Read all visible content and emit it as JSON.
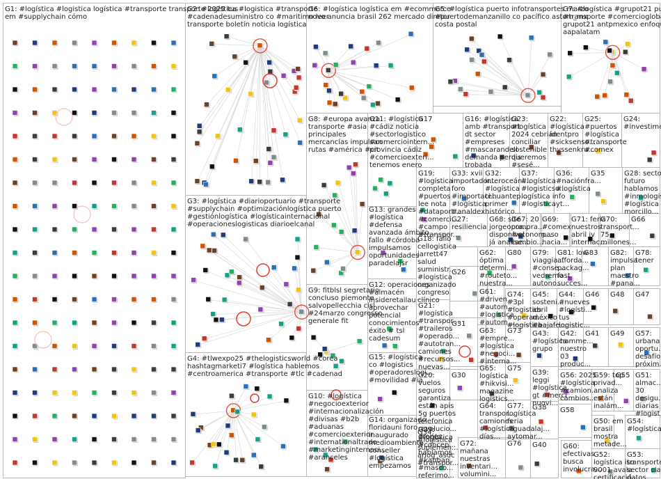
{
  "groups": [
    {
      "id": "G1",
      "lines": [
        "G1: #logística #logistica logística #transporte transporte 2025 tus",
        "em #supplychain cómo"
      ]
    },
    {
      "id": "G2",
      "lines": [
        "G2: #logística #logistica #transporte",
        "#cadenadesuministro co #maritimo leer",
        "transporte boletín noticia logística"
      ]
    },
    {
      "id": "G3",
      "lines": [
        "G3: #logística #diarioportuario #transporte",
        "#supplychain #optimizaciónlogística puerto",
        "#gestiónlogística #logísticainternacional",
        "#operacioneslogisticas diarioelcanal"
      ]
    },
    {
      "id": "G4",
      "lines": [
        "G4: #tlwexpo25 #thelogisticsworld #corea",
        "hashtagmarketi7 #logística hablemos",
        "#centroamerica #transporte #tlc #cadenad"
      ]
    },
    {
      "id": "G5",
      "lines": [
        "G5: #logística puerto infotransportes marzo",
        "#puertodemanzanillo co pacífico astom_mx",
        "costa postal"
      ]
    },
    {
      "id": "G6",
      "lines": [
        "G6: #logística logística em #ecommerce",
        "novo anuncia brasil 262 mercado diretor"
      ]
    },
    {
      "id": "G7",
      "lines": [
        "G7: #logística #grupot21 puerto",
        "#transporte #comercioglobal clave",
        "grupot21 antpmexico enfoque",
        "aapalatam"
      ]
    },
    {
      "id": "G8",
      "lines": [
        "G8: #europa avanza",
        "transporte #asia",
        "principales",
        "mercancías impulsan",
        "rutas #américa #cit"
      ]
    },
    {
      "id": "G9",
      "lines": [
        "G9: fitblsl segretario",
        "concluso piemonte",
        "salvopellecchia cisl",
        "#24marzo congresso",
        "generale fit"
      ]
    },
    {
      "id": "G10",
      "lines": [
        "G10: #logística",
        "#negocioexterior",
        "#internacionalización",
        "#divisas #b2b",
        "#aduanas",
        "#comercioexterior",
        "#internationaltrade",
        "#marketinginternaci...",
        "#aranceles"
      ]
    },
    {
      "id": "G11",
      "lines": [
        "G11: #logística",
        "#cádiz noticia",
        "#sectorlogistico",
        "#comerciointern...",
        "provincia cádiz",
        "#comercioexteri...",
        "tenemos enero"
      ]
    },
    {
      "id": "G12",
      "lines": [
        "G12: operaciones",
        "#almacén",
        "insideretailau",
        "aprovechar",
        "potencial",
        "conocimientos",
        "éxito # tsl",
        "cadesum"
      ]
    },
    {
      "id": "G13",
      "lines": [
        "G13: grandes",
        "#logística",
        "#defensa",
        "avanzada ámbito",
        "fallo #córdoba",
        "impulsamos",
        "oportunidades",
        "paradelajsr"
      ]
    },
    {
      "id": "G14",
      "lines": [
        "G14: organizado",
        "floridauni foro",
        "inaugurado",
        "medioambiente",
        "conseller",
        "#logística",
        "empezamos"
      ]
    },
    {
      "id": "G15",
      "lines": [
        "G15: #logística",
        "co #logistics",
        "#operadoreslogi...",
        "#movilidad #ia"
      ]
    },
    {
      "id": "G16",
      "lines": [
        "G16: #logística",
        "amb #transport",
        "dt sector",
        "#empreses",
        "#mascarandell",
        "demanda perdis",
        "trobada"
      ]
    },
    {
      "id": "G17",
      "lines": [
        "G17"
      ]
    },
    {
      "id": "G18",
      "lines": [
        "G18: fallo",
        "cellogistica",
        "jarrett47",
        "salud",
        "suministr...",
        "#logistica",
        "organizado",
        "congreso",
        "clínico"
      ]
    },
    {
      "id": "G19",
      "lines": [
        "G19:",
        "#logística",
        "completa",
        "#puertos",
        "lee nota",
        "#dataport...",
        "#comerci...",
        "#campo",
        "#transpor..."
      ]
    },
    {
      "id": "G20",
      "lines": [
        "G20:",
        "vuelos",
        "seguros",
        "garantiza",
        "están apis",
        "5g puertos",
        "telefonica",
        "revolucio...",
        "drones"
      ]
    },
    {
      "id": "G21",
      "lines": [
        "G21:",
        "#logística",
        "#transpor...",
        "#traileros",
        "#operado...",
        "#autotran...",
        "camiones",
        "#recursos...",
        "nuevas..."
      ]
    },
    {
      "id": "G22",
      "lines": [
        "G22:",
        "#logística",
        "identpro",
        "#sicksenso...",
        "thyssenkru..."
      ]
    },
    {
      "id": "G23",
      "lines": [
        "G23:",
        "#logística",
        "2024 cebrián",
        "conciliar",
        "sostenible",
        "queremos",
        "#sesé..."
      ]
    },
    {
      "id": "G24",
      "lines": [
        "G24:",
        "#investimenti"
      ]
    },
    {
      "id": "G25",
      "lines": [
        "G25:",
        "#puertos",
        "#logística",
        "#transporte",
        "#comex"
      ]
    },
    {
      "id": "G26",
      "lines": [
        "G26"
      ]
    },
    {
      "id": "G27",
      "lines": [
        "G27:",
        "resiliencia"
      ]
    },
    {
      "id": "G28",
      "lines": [
        "G28: sector",
        "futuro",
        "hablamos",
        "#inmologis...",
        "#logística",
        "morcillo..."
      ]
    },
    {
      "id": "G29",
      "lines": [
        "G29:",
        "#logística",
        "#concep...",
        "hablamos",
        "#kanban",
        "#masco...",
        "referimo..."
      ]
    },
    {
      "id": "G30",
      "lines": [
        "G30"
      ]
    },
    {
      "id": "G31",
      "lines": [
        "G31"
      ]
    },
    {
      "id": "G32",
      "lines": [
        "G32:",
        "interoceáni...",
        "#logística",
        "tehuantep...",
        "primer",
        "histórico..."
      ]
    },
    {
      "id": "G33",
      "lines": [
        "G33: xvii",
        "importador...",
        "foro",
        "#importaci...",
        "#logística",
        "#analdex..."
      ]
    },
    {
      "id": "G34",
      "lines": [
        "G34:",
        "#logística",
        "suplemen...",
        "arlog_asoc",
        "#transpor..."
      ]
    },
    {
      "id": "G35",
      "lines": [
        "G35"
      ]
    },
    {
      "id": "G36",
      "lines": [
        "G36:",
        "#naciónfra...",
        "#logística"
      ]
    },
    {
      "id": "G37",
      "lines": [
        "G37:",
        "#logística",
        "#logisticso...",
        "logística info",
        "#logisticayt..."
      ]
    },
    {
      "id": "G38",
      "lines": [
        "G38"
      ]
    },
    {
      "id": "G39",
      "lines": [
        "G39:",
        "leggi",
        "#logística",
        "gt #merci",
        "nuovi..."
      ]
    },
    {
      "id": "G40",
      "lines": [
        "G40"
      ]
    },
    {
      "id": "G41",
      "lines": [
        "G41"
      ]
    },
    {
      "id": "G42",
      "lines": [
        "G42:",
        "hamme...",
        "nuestro",
        "03",
        "produc..."
      ]
    },
    {
      "id": "G43",
      "lines": [
        "G43:",
        "#logística",
        "grupo"
      ]
    },
    {
      "id": "G44",
      "lines": [
        "G44:",
        "#nueves",
        "#logísti...",
        "tus",
        "logistic..."
      ]
    },
    {
      "id": "G45",
      "lines": [
        "G45:",
        "sosteni...",
        "abril",
        "méxico",
        "#bajafe..."
      ]
    },
    {
      "id": "G46",
      "lines": [
        "G46"
      ]
    },
    {
      "id": "G47",
      "lines": [
        "G47"
      ]
    },
    {
      "id": "G48",
      "lines": [
        "G48"
      ]
    },
    {
      "id": "G49",
      "lines": [
        "G49"
      ]
    },
    {
      "id": "G50",
      "lines": [
        "G50: em",
        "brasil",
        "mostra",
        "metade..."
      ]
    },
    {
      "id": "G51",
      "lines": [
        "G51:",
        "almac...",
        "30",
        "desigu...",
        "diarias",
        "#logist..."
      ]
    },
    {
      "id": "G52",
      "lines": [
        "G52:",
        "logística iso",
        "9001 avala",
        "certificació..."
      ]
    },
    {
      "id": "G53",
      "lines": [
        "G53:",
        "transporte",
        "sector clave",
        "datos..."
      ]
    },
    {
      "id": "G54",
      "lines": [
        "G54:",
        "#logística"
      ]
    },
    {
      "id": "G55",
      "lines": [
        "G55"
      ]
    },
    {
      "id": "G56",
      "lines": [
        "G56: 2025",
        "#logística",
        "#camion...",
        "cambios..."
      ]
    },
    {
      "id": "G57",
      "lines": [
        "G57:",
        "urbana",
        "oportu...",
        "desafíos",
        "próxim..."
      ]
    },
    {
      "id": "G58",
      "lines": [
        "G58"
      ]
    },
    {
      "id": "G59",
      "lines": [
        "G59: top",
        "privad...",
        "analiza",
        "están",
        "inalám..."
      ]
    },
    {
      "id": "G60",
      "lines": [
        "G60:",
        "efectivas",
        "busca",
        "involucra..."
      ]
    },
    {
      "id": "G61",
      "lines": [
        "G61:",
        "#driven...",
        "#autom...",
        "#logística",
        "#autom..."
      ]
    },
    {
      "id": "G62",
      "lines": [
        "G62:",
        "óptima",
        "determi...",
        "#routeto...",
        "nuestra..."
      ]
    },
    {
      "id": "G63",
      "lines": [
        "G63:",
        "#empre...",
        "#logística",
        "#negoci...",
        "#interna..."
      ]
    },
    {
      "id": "G64",
      "lines": [
        "G64:",
        "transpor...",
        "camiones",
        "#logística",
        "días..."
      ]
    },
    {
      "id": "G65",
      "lines": [
        "G65:",
        "logística",
        "#hikvisi...",
        "magazine",
        "logistics..."
      ]
    },
    {
      "id": "G66",
      "lines": [
        "G66"
      ]
    },
    {
      "id": "G67",
      "lines": [
        "G67: 20",
        "compra...",
        "#econom...",
        "cambio..."
      ]
    },
    {
      "id": "G68",
      "lines": [
        "G68: site",
        "jorgeopra...",
        "disponível",
        "já analise..."
      ]
    },
    {
      "id": "G69",
      "lines": [
        "G69:",
        "#comex",
        "paso",
        "hacia..."
      ]
    },
    {
      "id": "G70",
      "lines": [
        "G70:",
        "transport...",
        "75",
        "millones..."
      ]
    },
    {
      "id": "G71",
      "lines": [
        "G71: feria",
        "nuestros",
        "abril iv",
        "internac..."
      ]
    },
    {
      "id": "G72",
      "lines": [
        "G72:",
        "mañana",
        "nuestras",
        "inventari...",
        "volumini..."
      ]
    },
    {
      "id": "G73",
      "lines": [
        "G73"
      ]
    },
    {
      "id": "G74",
      "lines": [
        "G74:",
        "#3pl",
        "#logistics",
        "#operad...",
        "#logística"
      ]
    },
    {
      "id": "G75",
      "lines": [
        "G75"
      ]
    },
    {
      "id": "G76",
      "lines": [
        "G76"
      ]
    },
    {
      "id": "G77",
      "lines": [
        "G77:",
        "logística",
        "feria",
        "#guadalaj...",
        "aytomar..."
      ]
    },
    {
      "id": "G78",
      "lines": [
        "G78:",
        "tener"
      ]
    },
    {
      "id": "G79",
      "lines": [
        "G79:",
        "viaggia...",
        "#conse...",
        "vedremo",
        "autono..."
      ]
    },
    {
      "id": "G80",
      "lines": [
        "G80"
      ]
    },
    {
      "id": "G81",
      "lines": [
        "G81: low",
        "afforda...",
        "packag...",
        "fast",
        "succes..."
      ]
    },
    {
      "id": "G82",
      "lines": [
        "G82:",
        "impulsa",
        "plan",
        "maestro",
        "#pana..."
      ]
    },
    {
      "id": "G83",
      "lines": [
        "G83"
      ]
    }
  ]
}
